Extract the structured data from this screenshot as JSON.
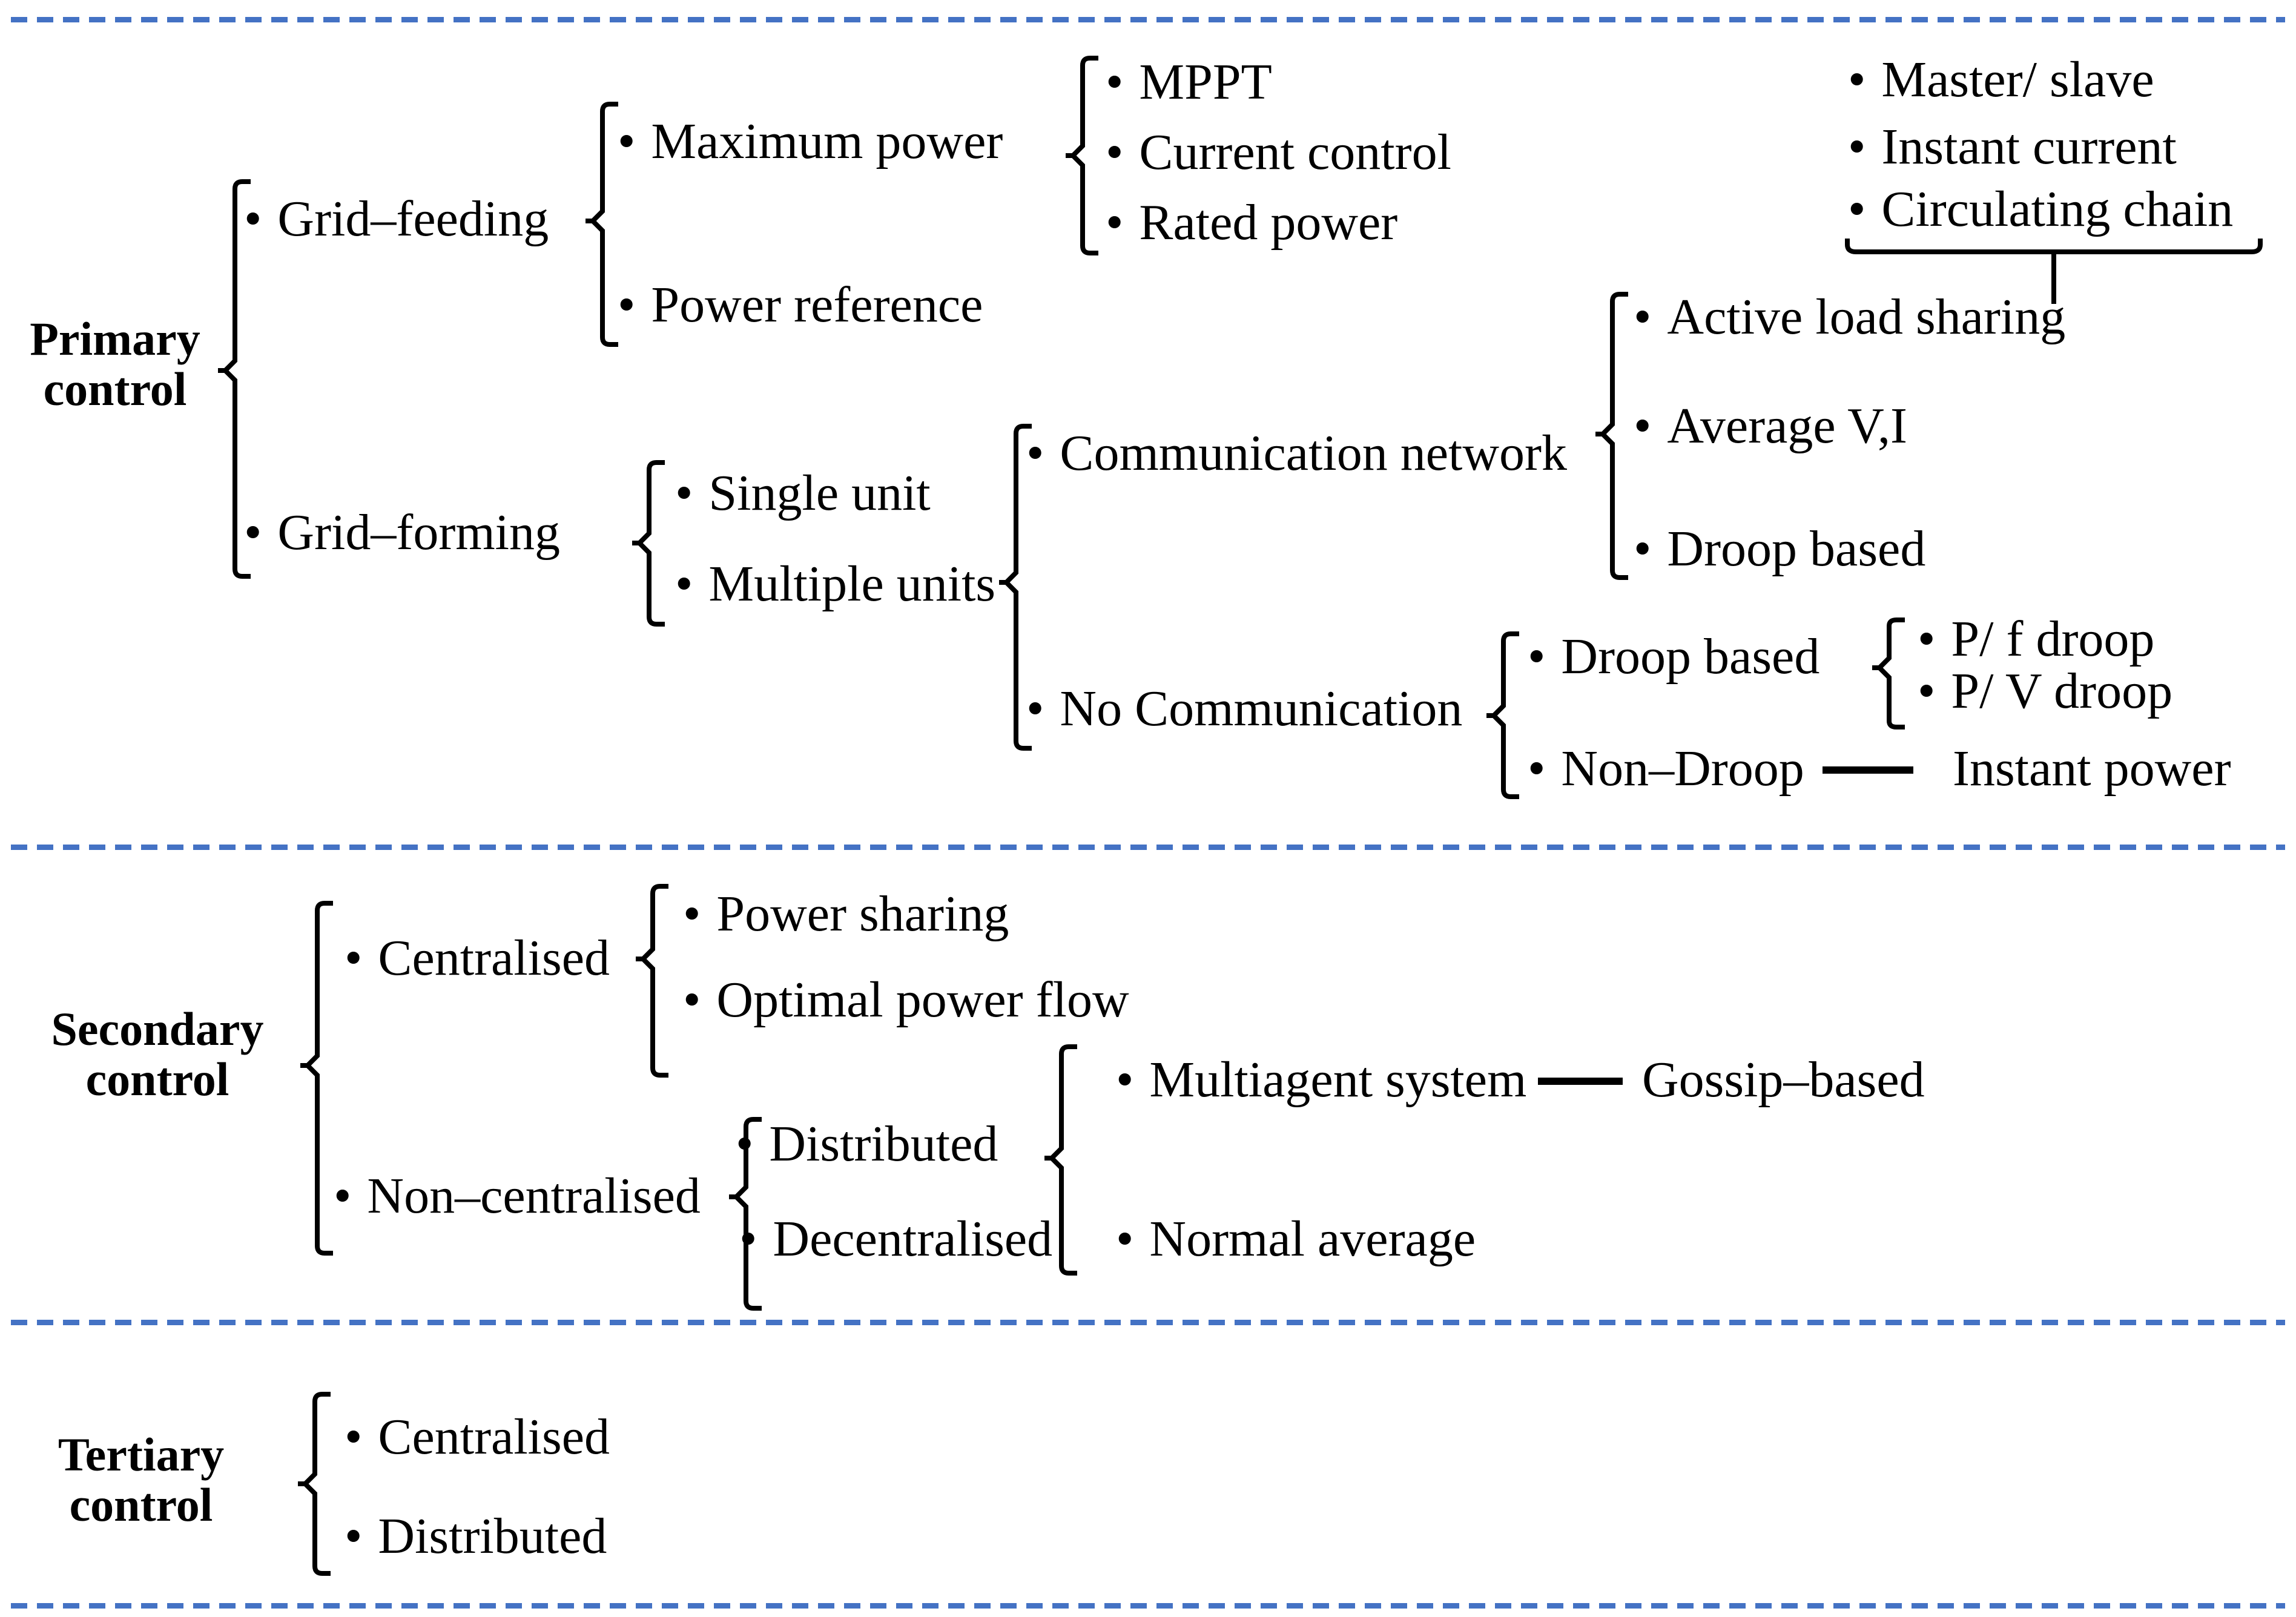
{
  "ui": {
    "bullet": "•"
  },
  "colors": {
    "separator": "#4472C4",
    "text": "#000000",
    "background": "#FFFFFF"
  },
  "sections": {
    "primary": {
      "label": "Primary control",
      "grid_feeding": "Grid–feeding",
      "maximum_power": "Maximum power",
      "mppt": "MPPT",
      "current_control": "Current control",
      "rated_power": "Rated power",
      "power_reference": "Power reference",
      "grid_forming": "Grid–forming",
      "single_unit": "Single unit",
      "multiple_units": "Multiple units",
      "communication_network": "Communication network",
      "master_slave": "Master/ slave",
      "instant_current": "Instant current",
      "circulating_chain": "Circulating chain",
      "active_load_sharing": "Active load sharing",
      "average_vi": "Average V,I",
      "droop_based_sharing": "Droop based",
      "no_communication": "No Communication",
      "droop_based": "Droop based",
      "pf_droop": "P/ f droop",
      "pv_droop": "P/ V droop",
      "non_droop": "Non–Droop",
      "instant_power": "Instant power"
    },
    "secondary": {
      "label": "Secondary control",
      "centralised": "Centralised",
      "power_sharing": "Power sharing",
      "optimal_power_flow": "Optimal power flow",
      "non_centralised": "Non–centralised",
      "distributed": "Distributed",
      "decentralised": "Decentralised",
      "multiagent_system": "Multiagent system",
      "gossip_based": "Gossip–based",
      "normal_average": "Normal average"
    },
    "tertiary": {
      "label": "Tertiary control",
      "centralised": "Centralised",
      "distributed": "Distributed"
    }
  }
}
